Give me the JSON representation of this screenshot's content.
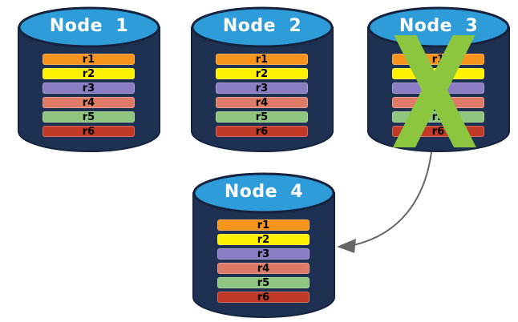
{
  "diagram": {
    "type": "database-replication-failover",
    "nodes": [
      {
        "id": "node-1",
        "label": "Node  1",
        "failed": false
      },
      {
        "id": "node-2",
        "label": "Node  2",
        "failed": false
      },
      {
        "id": "node-3",
        "label": "Node  3",
        "failed": true
      },
      {
        "id": "node-4",
        "label": "Node  4",
        "failed": false
      }
    ],
    "replicas": [
      {
        "label": "r1",
        "color": "#F7941D"
      },
      {
        "label": "r2",
        "color": "#FFF100"
      },
      {
        "label": "r3",
        "color": "#8B7CC4"
      },
      {
        "label": "r4",
        "color": "#DE7B67"
      },
      {
        "label": "r5",
        "color": "#8FC57E"
      },
      {
        "label": "r6",
        "color": "#C03A27"
      }
    ],
    "failure_mark": {
      "glyph": "X",
      "on_node": "Node  3"
    },
    "arrow": {
      "from": "Node  3",
      "to": "Node  4"
    },
    "colors": {
      "background": "#FFFFFF",
      "cylinder_body": "#1F3153",
      "cylinder_outline": "#16233E",
      "cylinder_top": "#2F9CDA",
      "node_label_text": "#FFFFFF",
      "replica_label_text": "#000000",
      "failure_x": "#8CC63F",
      "arrow": "#666666"
    }
  }
}
